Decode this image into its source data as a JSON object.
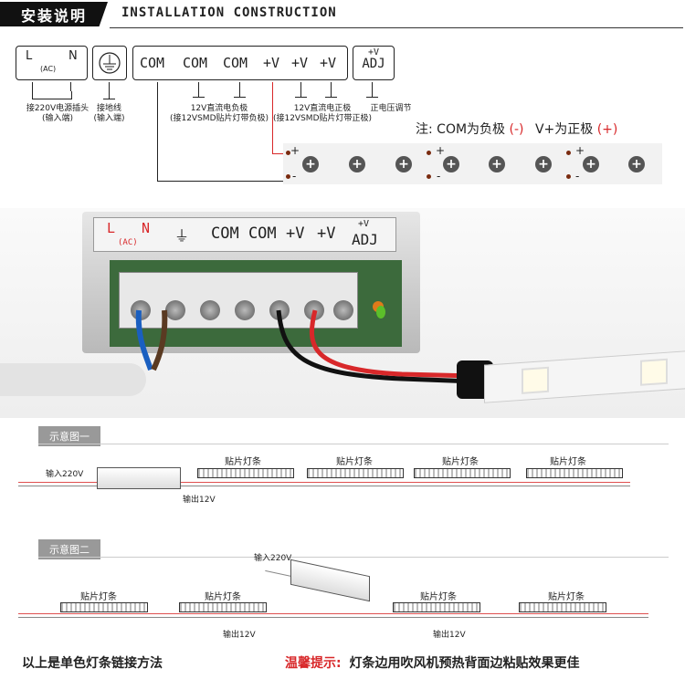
{
  "header": {
    "title_cn": "安装说明",
    "title_en": "INSTALLATION CONSTRUCTION"
  },
  "terminals": {
    "ac": {
      "l": "L",
      "n": "N",
      "ac": "(AC)"
    },
    "com": [
      "COM",
      "COM",
      "COM"
    ],
    "plus": [
      "+V",
      "+V",
      "+V"
    ],
    "adj_top": "+V",
    "adj_bottom": "ADJ"
  },
  "captions": {
    "ac_input": "接220V电源插头",
    "ac_input_sub": "(输入端)",
    "ground": "接地线",
    "ground_sub": "(输入端)",
    "neg": "12V直流电负极",
    "neg_sub": "(接12VSMD贴片灯带负极)",
    "pos": "12V直流电正极",
    "pos_sub": "(接12VSMD贴片灯带正极)",
    "adj": "正电压调节"
  },
  "note": {
    "prefix": "注: COM为负极",
    "neg": "(-)",
    "mid": "V+为正极",
    "pos": "(+)"
  },
  "strip_symbols": {
    "plus": "+",
    "minus": "-"
  },
  "photo_label": {
    "l": "L",
    "n": "N",
    "ac": "(AC)",
    "com": "COM COM",
    "v1": "+V",
    "v2": "+V",
    "adj_top": "+V",
    "adj_bottom": "ADJ"
  },
  "diagram1": {
    "tab": "示意图一",
    "input": "输入220V",
    "output": "输出12V",
    "strips": [
      "贴片灯条",
      "贴片灯条",
      "贴片灯条",
      "贴片灯条"
    ]
  },
  "diagram2": {
    "tab": "示意图二",
    "input": "输入220V",
    "output_left": "输出12V",
    "output_right": "输出12V",
    "strips": [
      "贴片灯条",
      "贴片灯条",
      "贴片灯条",
      "贴片灯条"
    ]
  },
  "footer": {
    "left": "以上是单色灯条链接方法",
    "tip_label": "温馨提示:",
    "tip": "灯条边用吹风机预热背面边粘贴效果更佳"
  },
  "colors": {
    "accent_red": "#d8282a",
    "header_bg": "#111111"
  }
}
